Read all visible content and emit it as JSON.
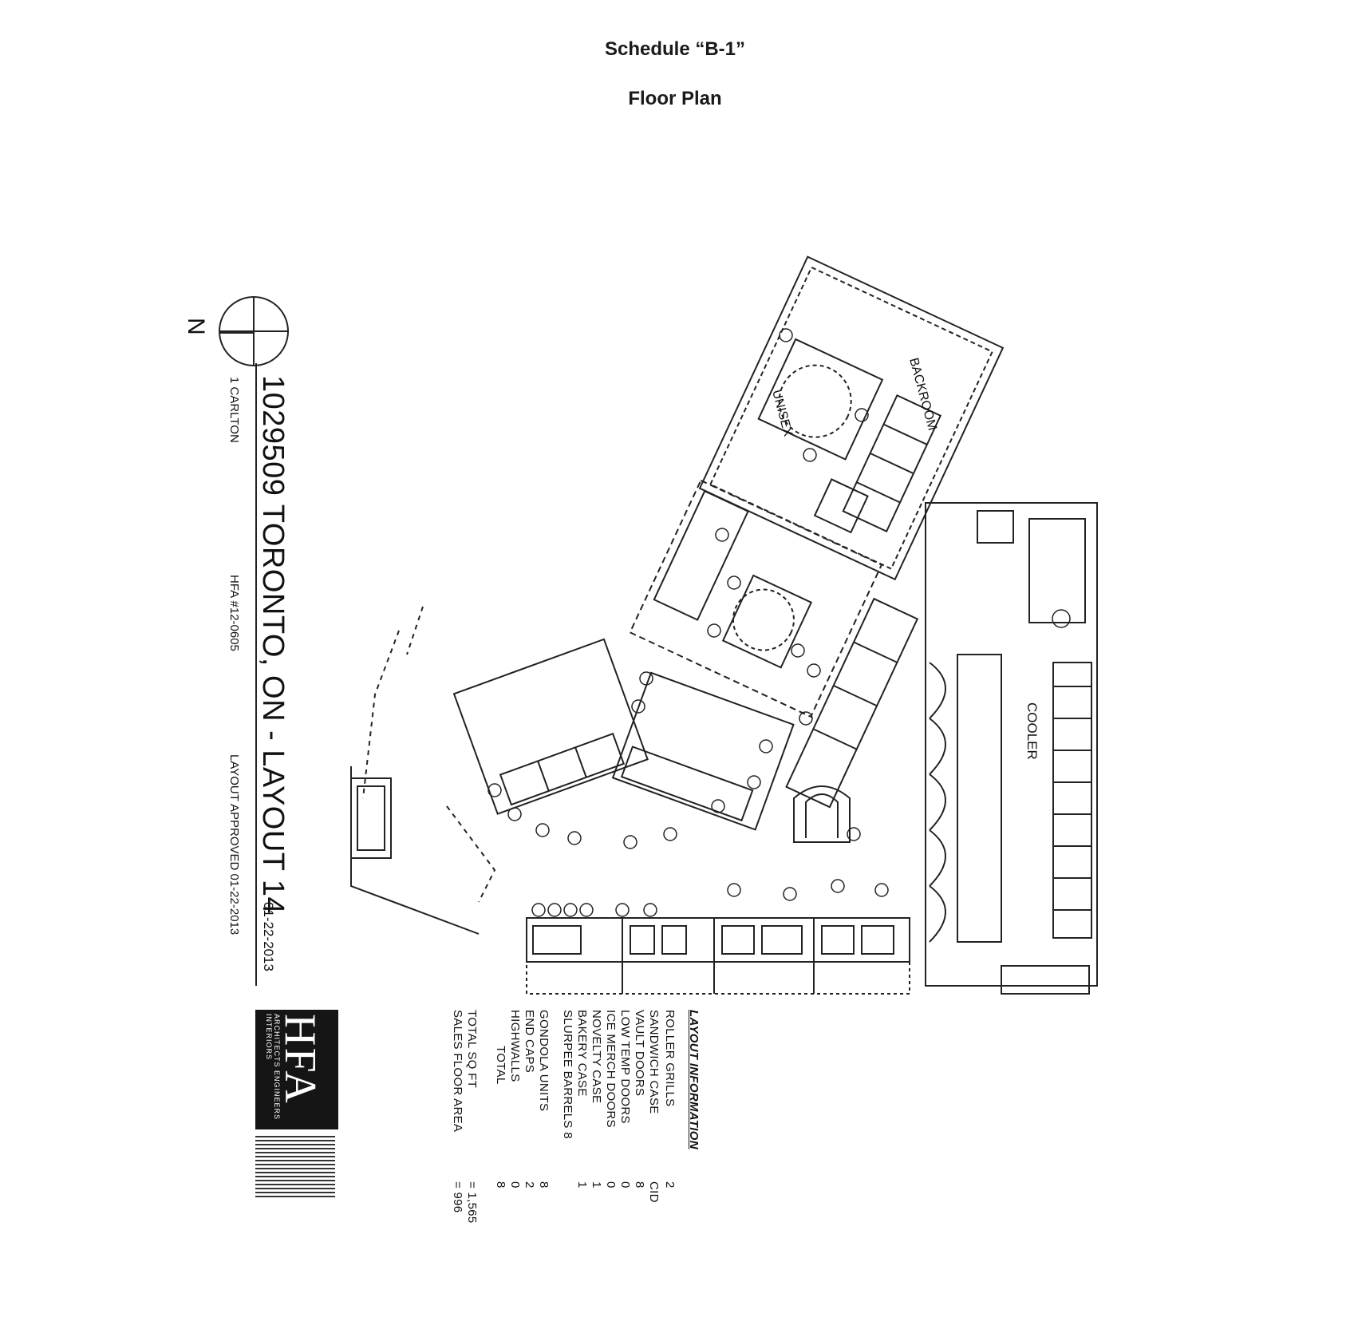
{
  "header": {
    "schedule": "Schedule “B-1”",
    "subtitle": "Floor Plan"
  },
  "title_block": {
    "project_title": "1029509 TORONTO, ON - LAYOUT 14",
    "date": "01-22-2013",
    "address": "1 CARLTON",
    "hfa_number": "HFA #12-0605",
    "approved": "LAYOUT APPROVED 01-22-2013",
    "north": "N"
  },
  "plan_labels": {
    "backroom": "BACKROOM",
    "unisex": "UNISEX",
    "cooler": "COOLER"
  },
  "layout_info": {
    "heading": "LAYOUT INFORMATION",
    "rows": [
      {
        "label": "ROLLER GRILLS",
        "value": "2"
      },
      {
        "label": "SANDWICH CASE",
        "value": "CID"
      },
      {
        "label": "VAULT DOORS",
        "value": "8"
      },
      {
        "label": "LOW TEMP DOORS",
        "value": "0"
      },
      {
        "label": "ICE MERCH DOORS",
        "value": "0"
      },
      {
        "label": "NOVELTY CASE",
        "value": "1"
      },
      {
        "label": "BAKERY CASE",
        "value": "1"
      },
      {
        "label": "SLURPEE BARRELS 8",
        "value": ""
      },
      {
        "label": "GONDOLA UNITS",
        "value": "8"
      },
      {
        "label": "END CAPS",
        "value": "2"
      },
      {
        "label": "HIGHWALLS",
        "value": "0"
      },
      {
        "label": "TOTAL",
        "value": "8"
      },
      {
        "label": "TOTAL SQ FT",
        "value": "= 1,565"
      },
      {
        "label": "SALES FLOOR AREA",
        "value": "= 996"
      }
    ]
  },
  "logo": {
    "text": "HFA",
    "subtext": "ARCHITECTS ENGINEERS INTERIORS"
  },
  "colors": {
    "ink": "#111111",
    "logo_bg": "#151515",
    "paper": "#ffffff"
  }
}
